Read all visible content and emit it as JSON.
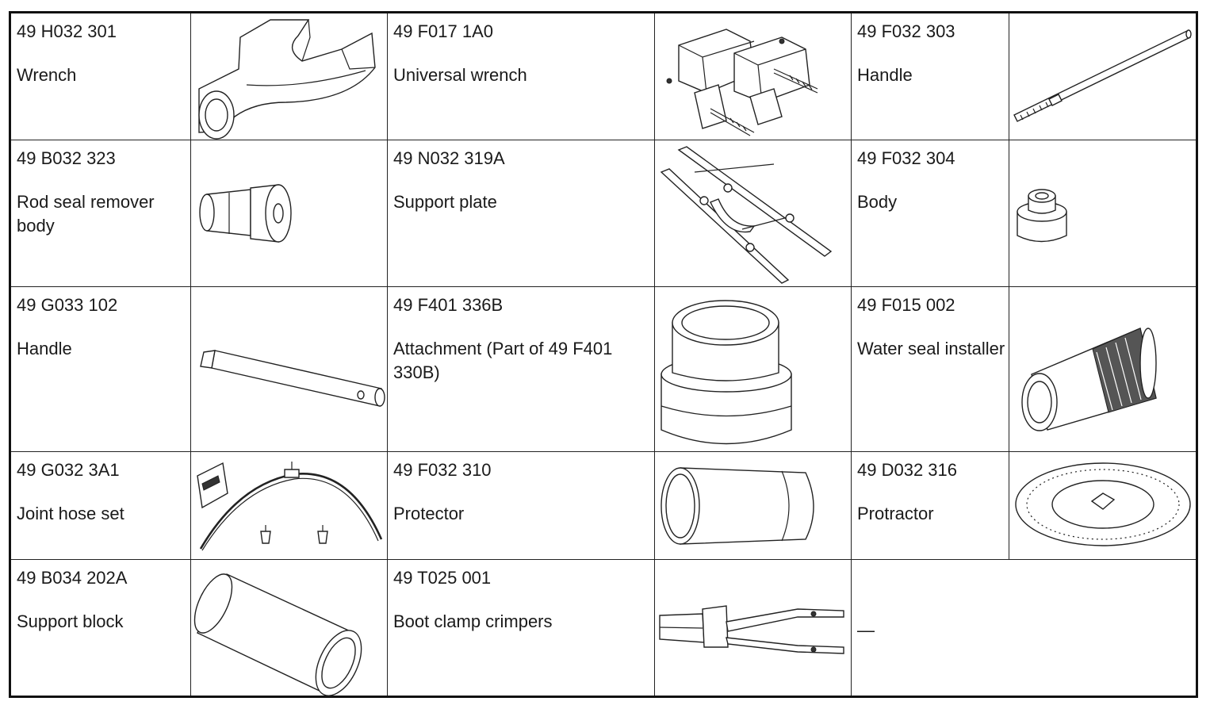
{
  "tools": [
    {
      "part": "49 H032 301",
      "name": "Wrench",
      "icon": "crowfoot-wrench-icon"
    },
    {
      "part": "49 F017 1A0",
      "name": "Universal wrench",
      "icon": "universal-wrench-icon"
    },
    {
      "part": "49 F032 303",
      "name": "Handle",
      "icon": "long-handle-icon"
    },
    {
      "part": "49 B032 323",
      "name": "Rod seal remover body",
      "icon": "rod-seal-remover-icon"
    },
    {
      "part": "49 N032 319A",
      "name": "Support plate",
      "icon": "support-plate-icon"
    },
    {
      "part": "49 F032 304",
      "name": "Body",
      "icon": "body-icon"
    },
    {
      "part": "49 G033 102",
      "name": "Handle",
      "icon": "bar-handle-icon"
    },
    {
      "part": "49 F401 336B",
      "name": "Attachment (Part of 49 F401 330B)",
      "icon": "attachment-icon"
    },
    {
      "part": "49 F015 002",
      "name": "Water seal installer",
      "icon": "water-seal-installer-icon"
    },
    {
      "part": "49 G032 3A1",
      "name": "Joint hose set",
      "icon": "joint-hose-set-icon"
    },
    {
      "part": "49 F032 310",
      "name": "Protector",
      "icon": "protector-icon"
    },
    {
      "part": "49 D032 316",
      "name": "Protractor",
      "icon": "protractor-icon"
    },
    {
      "part": "49 B034 202A",
      "name": "Support block",
      "icon": "support-block-icon"
    },
    {
      "part": "49 T025 001",
      "name": "Boot clamp crimpers",
      "icon": "crimper-icon"
    }
  ],
  "empty_cell": "—"
}
